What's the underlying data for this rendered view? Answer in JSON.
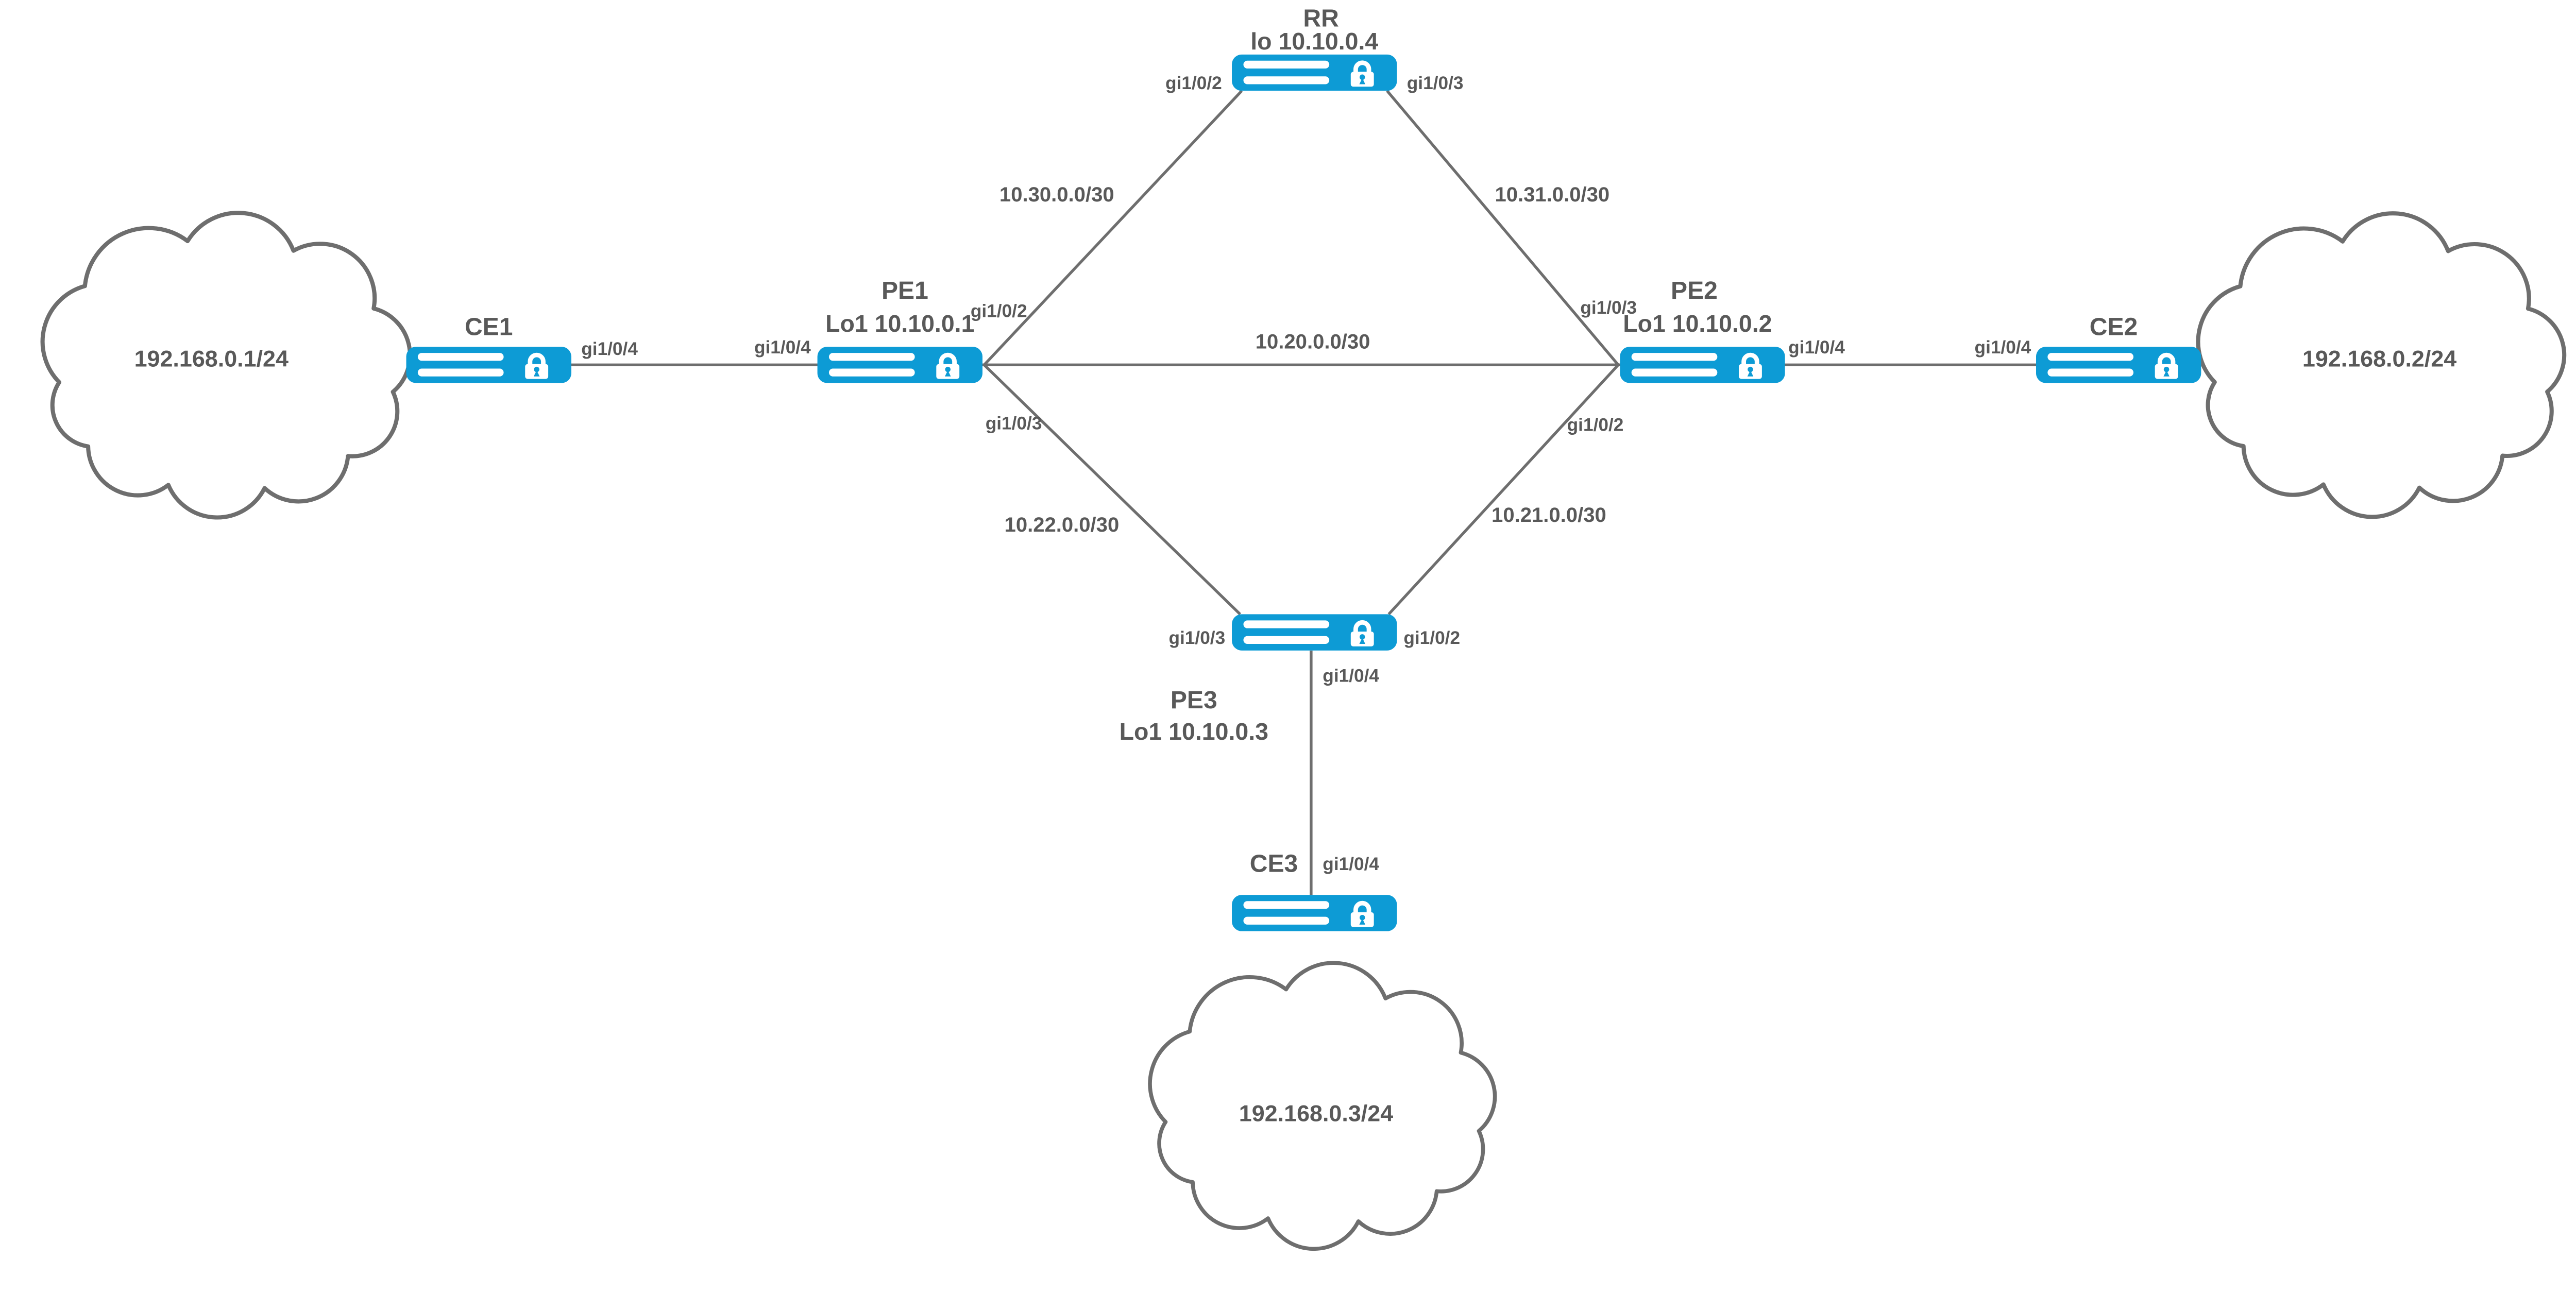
{
  "colors": {
    "router_blue": "#0d9bd5",
    "link_gray": "#6e6e6e",
    "text_gray": "#595959",
    "background": "#ffffff"
  },
  "nodes": {
    "rr": {
      "name": "RR",
      "loopback": "lo 10.10.0.4"
    },
    "pe1": {
      "name": "PE1",
      "loopback": "Lo1 10.10.0.1"
    },
    "pe2": {
      "name": "PE2",
      "loopback": "Lo1 10.10.0.2"
    },
    "pe3": {
      "name": "PE3",
      "loopback": "Lo1 10.10.0.3"
    },
    "ce1": {
      "name": "CE1"
    },
    "ce2": {
      "name": "CE2"
    },
    "ce3": {
      "name": "CE3"
    }
  },
  "clouds": {
    "left": {
      "label": "192.168.0.1/24"
    },
    "right": {
      "label": "192.168.0.2/24"
    },
    "bottom": {
      "label": "192.168.0.3/24"
    }
  },
  "links": {
    "ce1_pe1": {
      "if_ce1": "gi1/0/4",
      "if_pe1": "gi1/0/4"
    },
    "pe1_pe2": {
      "subnet": "10.20.0.0/30"
    },
    "pe2_ce2": {
      "if_pe2": "gi1/0/4",
      "if_ce2": "gi1/0/4"
    },
    "pe1_rr": {
      "subnet": "10.30.0.0/30",
      "if_pe1": "gi1/0/2",
      "if_rr": "gi1/0/2"
    },
    "rr_pe2": {
      "subnet": "10.31.0.0/30",
      "if_rr": "gi1/0/3",
      "if_pe2": "gi1/0/3"
    },
    "pe1_pe3": {
      "subnet": "10.22.0.0/30",
      "if_pe1": "gi1/0/3",
      "if_pe3": "gi1/0/3"
    },
    "pe2_pe3": {
      "subnet": "10.21.0.0/30",
      "if_pe2": "gi1/0/2",
      "if_pe3": "gi1/0/2"
    },
    "pe3_ce3": {
      "if_pe3": "gi1/0/4",
      "if_ce3": "gi1/0/4"
    }
  }
}
